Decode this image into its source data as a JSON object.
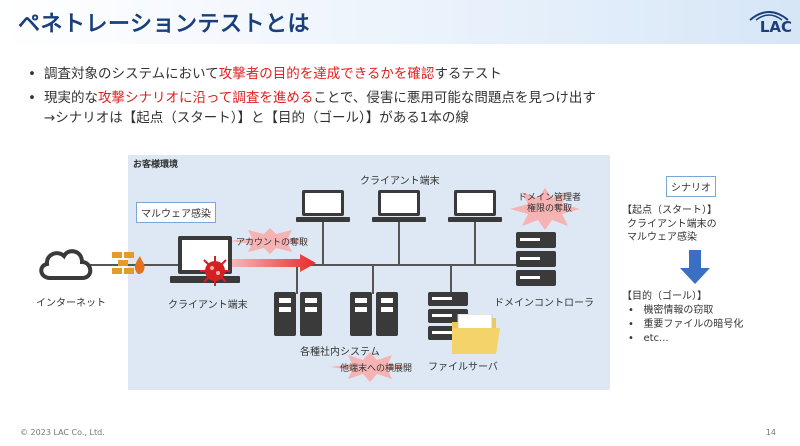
{
  "header": {
    "title": "ペネトレーションテストとは",
    "logo_text": "LAC"
  },
  "bullets": [
    {
      "parts": [
        {
          "text": "調査対象のシステムにおいて",
          "red": false
        },
        {
          "text": "攻撃者の目的を達成できるかを確認",
          "red": true
        },
        {
          "text": "するテスト",
          "red": false
        }
      ]
    },
    {
      "parts": [
        {
          "text": "現実的な",
          "red": false
        },
        {
          "text": "攻撃シナリオに沿って調査を進める",
          "red": true
        },
        {
          "text": "ことで、侵害に悪用可能な問題点を見つけ出す",
          "red": false
        }
      ]
    }
  ],
  "bullet_line3": "→シナリオは【起点（スタート）】と【目的（ゴール）】がある1本の線",
  "diagram": {
    "env_label": "お客様環境",
    "clients_label": "クライアント端末",
    "malware_label": "マルウェア感染",
    "account_theft": "アカウントの奪取",
    "domain_admin": [
      "ドメイン管理者",
      "権限の奪取"
    ],
    "internet": "インターネット",
    "client_pc": "クライアント端末",
    "domain_controller": "ドメインコントローラ",
    "internal_systems": "各種社内システム",
    "lateral": "他端末への横展開",
    "file_server": "ファイルサーバ"
  },
  "scenario": {
    "title": "シナリオ",
    "start_heading": "【起点（スタート）】",
    "start_lines": [
      "クライアント端末の",
      "マルウェア感染"
    ],
    "goal_heading": "【目的（ゴール）】",
    "goal_items": [
      "機密情報の窃取",
      "重要ファイルの暗号化",
      "etc..."
    ]
  },
  "footer": {
    "copyright": "© 2023 LAC Co., Ltd.",
    "page": "14"
  },
  "colors": {
    "accent": "#1a3f7a",
    "red": "#e02020",
    "env_bg": "#dde8f4",
    "arrow": "#3b6fc4"
  }
}
